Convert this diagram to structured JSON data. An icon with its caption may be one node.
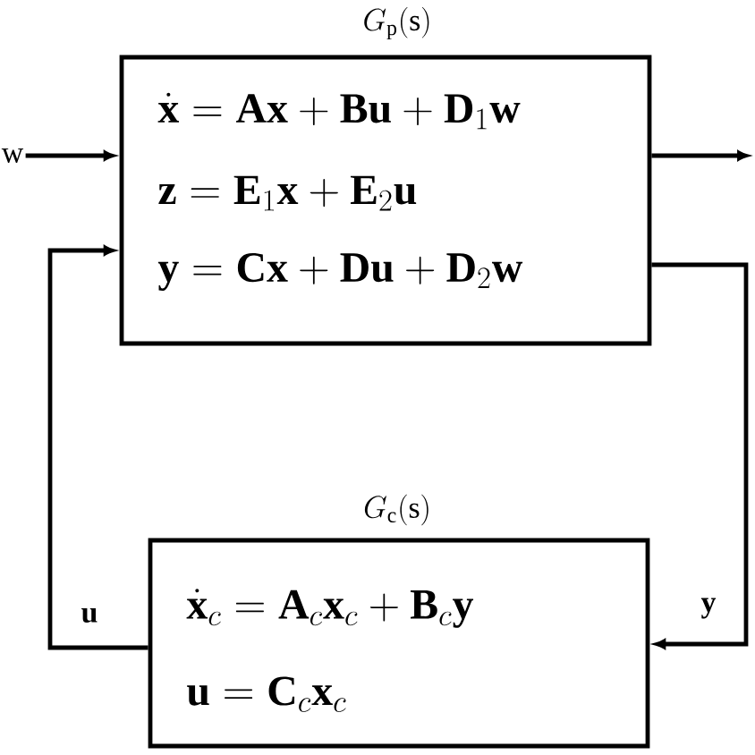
{
  "diagram": {
    "nodes": [
      {
        "text": [
          "G_{\\mathrm{p}}(\\mathrm{s})",
          "\\dot{\\mathbf{x}} = \\mathbf{Ax} + \\mathbf{Bu} + \\mathbf{D}_1\\mathbf{w}",
          "\\mathbf{z} = \\mathbf{E}_1\\mathbf{x} + \\mathbf{E}_2\\mathbf{u}",
          "\\mathbf{y} = \\mathbf{Cx} + \\mathbf{Du} + \\mathbf{D}_2\\mathbf{w}"
        ]
      },
      {
        "text": [
          "G_{\\mathrm{c}}(\\mathrm{s})",
          "\\dot{\\mathbf{x}}_c = \\mathbf{A}_c\\mathbf{x}_c + \\mathbf{B}_c\\mathbf{y}",
          "\\mathbf{u} = \\mathbf{C}_c\\mathbf{x}_c"
        ]
      },
      {
        "text": [
          "w"
        ]
      }
    ],
    "edges": [
      {
        "from": 2,
        "to": 0,
        "arrow": "to"
      },
      {
        "from": 0,
        "to": null,
        "arrow": "to"
      },
      {
        "from": 0,
        "to": 1,
        "arrow": "to",
        "label": "y"
      },
      {
        "from": 1,
        "to": 0,
        "arrow": "to",
        "label": "u"
      }
    ]
  }
}
